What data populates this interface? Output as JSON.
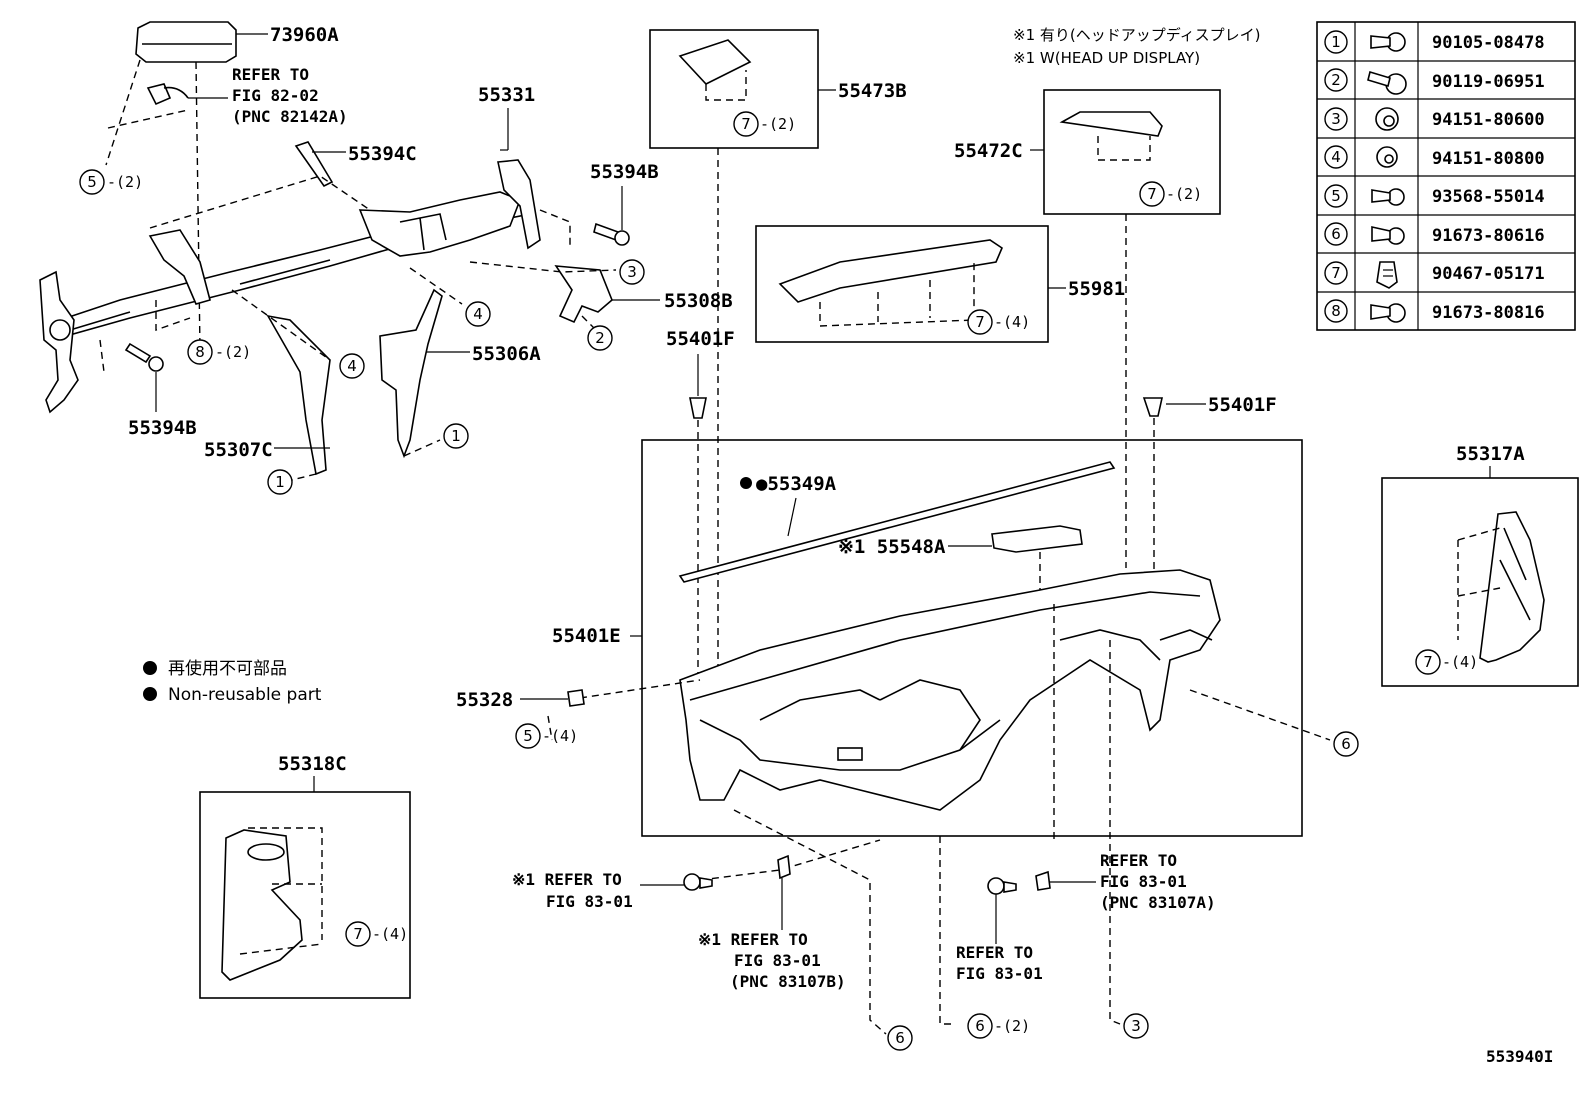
{
  "diagram_id": "553940I",
  "header_notes": {
    "jp": "※1 有り(ヘッドアップディスプレイ)",
    "en": "※1 W(HEAD UP DISPLAY)"
  },
  "legend": {
    "jp": "再使用不可部品",
    "en": "Non-reusable part"
  },
  "fastener_table": [
    {
      "num": "1",
      "part": "90105-08478"
    },
    {
      "num": "2",
      "part": "90119-06951"
    },
    {
      "num": "3",
      "part": "94151-80600"
    },
    {
      "num": "4",
      "part": "94151-80800"
    },
    {
      "num": "5",
      "part": "93568-55014"
    },
    {
      "num": "6",
      "part": "91673-80616"
    },
    {
      "num": "7",
      "part": "90467-05171"
    },
    {
      "num": "8",
      "part": "91673-80816"
    }
  ],
  "part_labels": {
    "p73960A": "73960A",
    "p55331": "55331",
    "p55394C": "55394C",
    "p55394B_top": "55394B",
    "p55308B": "55308B",
    "p55306A": "55306A",
    "p55394B_bottom": "55394B",
    "p55307C": "55307C",
    "p55473B": "55473B",
    "p55472C": "55472C",
    "p55981": "55981",
    "p55401F_left": "55401F",
    "p55401F_right": "55401F",
    "p55349A": "●55349A",
    "p55548A": "※1 55548A",
    "p55401E": "55401E",
    "p55328": "55328",
    "p55317A": "55317A",
    "p55318C": "55318C"
  },
  "refer_notes": {
    "fig82": [
      "REFER TO",
      "FIG 82-02",
      "(PNC 82142A)"
    ],
    "fig83_left": [
      "※1 REFER TO",
      "FIG 83-01"
    ],
    "fig83_mid": [
      "※1 REFER TO",
      "FIG 83-01",
      "(PNC 83107B)"
    ],
    "fig83_right_low": [
      "REFER TO",
      "FIG 83-01"
    ],
    "fig83_right_high": [
      "REFER TO",
      "FIG 83-01",
      "(PNC 83107A)"
    ]
  },
  "callouts": {
    "c5_top_qty": "-(2)",
    "c8_qty": "-(2)",
    "c7_55473B_qty": "-(2)",
    "c7_55472C_qty": "-(2)",
    "c7_55981_qty": "-(4)",
    "c7_55317A_qty": "-(4)",
    "c7_55318C_qty": "-(4)",
    "c5_55328_qty": "-(4)",
    "c6_bottom_qty": "-(2)"
  }
}
